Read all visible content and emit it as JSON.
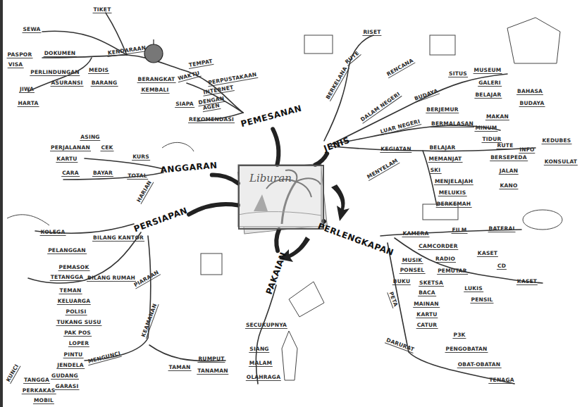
{
  "diagram": {
    "nodes": [
      {
        "text": [
          "Liburan"
        ]
      },
      {
        "text": [
          "PEMESANAN"
        ]
      },
      {
        "text": [
          "JENIS"
        ]
      },
      {
        "text": [
          "PERLENGKAPAN"
        ]
      },
      {
        "text": [
          "PAKAIAN"
        ]
      },
      {
        "text": [
          "PERSIAPAN"
        ]
      },
      {
        "text": [
          "ANGGARAN"
        ]
      }
    ],
    "edges": [
      {
        "from": 0,
        "to": 1,
        "arrow": "none"
      },
      {
        "from": 0,
        "to": 2,
        "arrow": "none"
      },
      {
        "from": 0,
        "to": 3,
        "arrow": "none"
      },
      {
        "from": 0,
        "to": 4,
        "arrow": "none"
      },
      {
        "from": 0,
        "to": 5,
        "arrow": "none"
      },
      {
        "from": 0,
        "to": 6,
        "arrow": "none"
      }
    ],
    "labels": [
      "TIKET",
      "SEWA",
      "KENDARAAN",
      "TEMPAT",
      "BERANGKAT",
      "WAKTU",
      "KEMBALI",
      "SIAPA",
      "DENGAN",
      "PERPUSTAKAAN",
      "INTERNET",
      "AGEN",
      "REKOMENDASI",
      "PASPOR",
      "VISA",
      "DOKUMEN",
      "PERLINDUNGAN",
      "MEDIS",
      "ASURANSI",
      "BARANG",
      "JIWA",
      "HARTA",
      "RISET",
      "RUTE",
      "RENCANA",
      "BERKELANA",
      "DALAM NEGERI",
      "BUDAYA",
      "SITUS",
      "MUSEUM",
      "GALERI",
      "BELAJAR",
      "BAHASA",
      "BUDAYA",
      "BERJEMUR",
      "LUAR NEGERI",
      "BERMALASAN",
      "MAKAN",
      "MINUM",
      "TIDUR",
      "KEGIATAN",
      "BELAJAR",
      "MEMANJAT",
      "SKI",
      "MENJELAJAH",
      "MELUKIS",
      "BERKEMAH",
      "MENYELAM",
      "RUTE",
      "INFO",
      "KEDUBES",
      "KONSULAT",
      "BERSEPEDA",
      "JALAN",
      "KANO",
      "KAMERA",
      "FILM",
      "BATERAI",
      "CAMCORDER",
      "KASET",
      "MUSIK",
      "RADIO",
      "PONSEL",
      "PEMUTAR",
      "CD",
      "KASET",
      "BUKU",
      "SKETSA",
      "BACA",
      "LUKIS",
      "PENSIL",
      "PETA",
      "MAINAN",
      "KARTU",
      "CATUR",
      "DARURAT",
      "P3K",
      "PENGOBATAN",
      "OBAT-OBATAN",
      "TENAGA",
      "SECUKUPNYA",
      "SIANG",
      "MALAM",
      "OLAHRAGA",
      "BILANG KANTOR",
      "KOLEGA",
      "PELANGGAN",
      "PEMASOK",
      "BILANG RUMAH",
      "TETANGGA",
      "TEMAN",
      "KELUARGA",
      "POLISI",
      "TUKANG SUSU",
      "PAK POS",
      "LOPER",
      "PIARAAN",
      "KEAMANAN",
      "MENGUNCI",
      "PINTU",
      "JENDELA",
      "GUDANG",
      "GARASI",
      "KUNCI",
      "TANGGA",
      "PERKAKAS",
      "MOBIL",
      "TAMAN",
      "RUMPUT",
      "TANAMAN",
      "ASING",
      "PERJALANAN",
      "CEK",
      "KURS",
      "KARTU",
      "CARA",
      "BAYAR",
      "TOTAL",
      "HARIAN"
    ]
  }
}
